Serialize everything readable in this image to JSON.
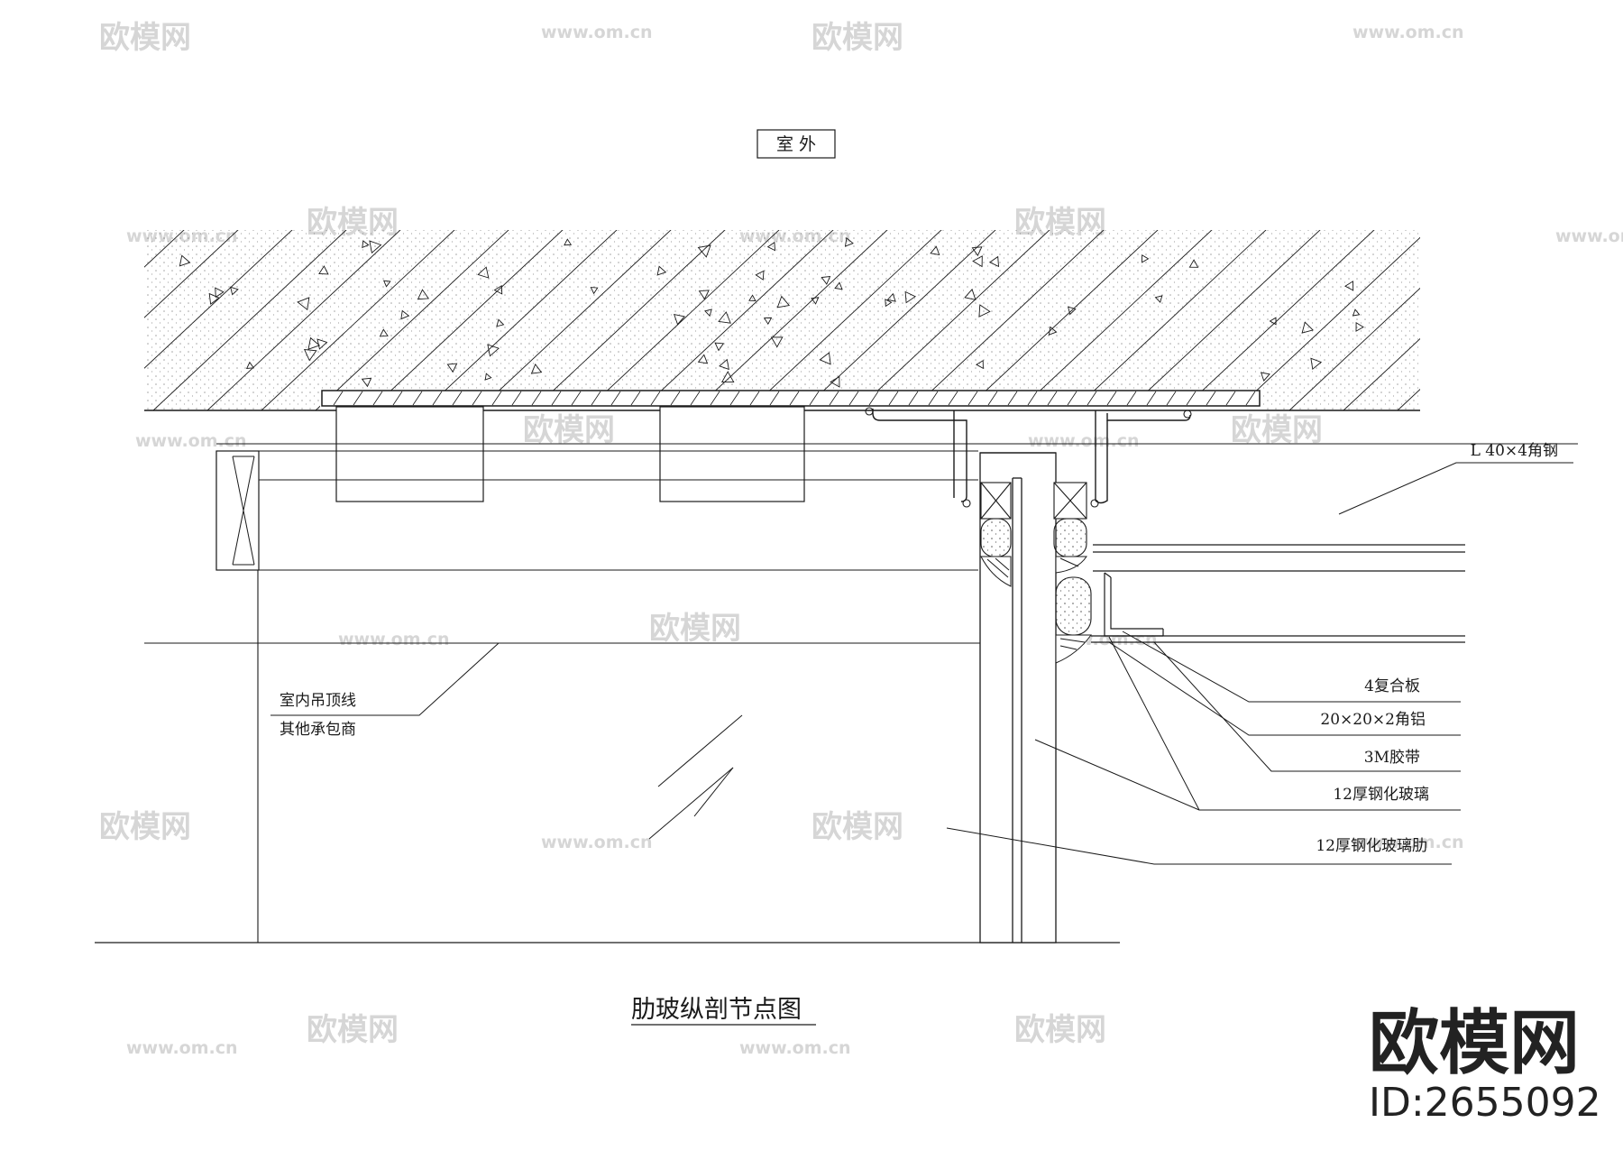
{
  "labels": {
    "outdoor": "室 外",
    "angle_steel": "L 40×4角钢",
    "ceiling_line": "室内吊顶线",
    "other_contractor": "其他承包商",
    "composite_panel": "4复合板",
    "angle_aluminium": "20×20×2角铝",
    "tape_3m": "3M胶带",
    "tempered_glass": "12厚钢化玻璃",
    "glass_fin": "12厚钢化玻璃肋",
    "drawing_title": "肋玻纵剖节点图"
  },
  "watermark": {
    "brand": "欧模网",
    "url": "www.om.cn",
    "url_fragment": "om.cn",
    "id": "ID:2655092"
  },
  "colors": {
    "line": "#1a1a1a",
    "watermark": "#d6d6d6"
  }
}
